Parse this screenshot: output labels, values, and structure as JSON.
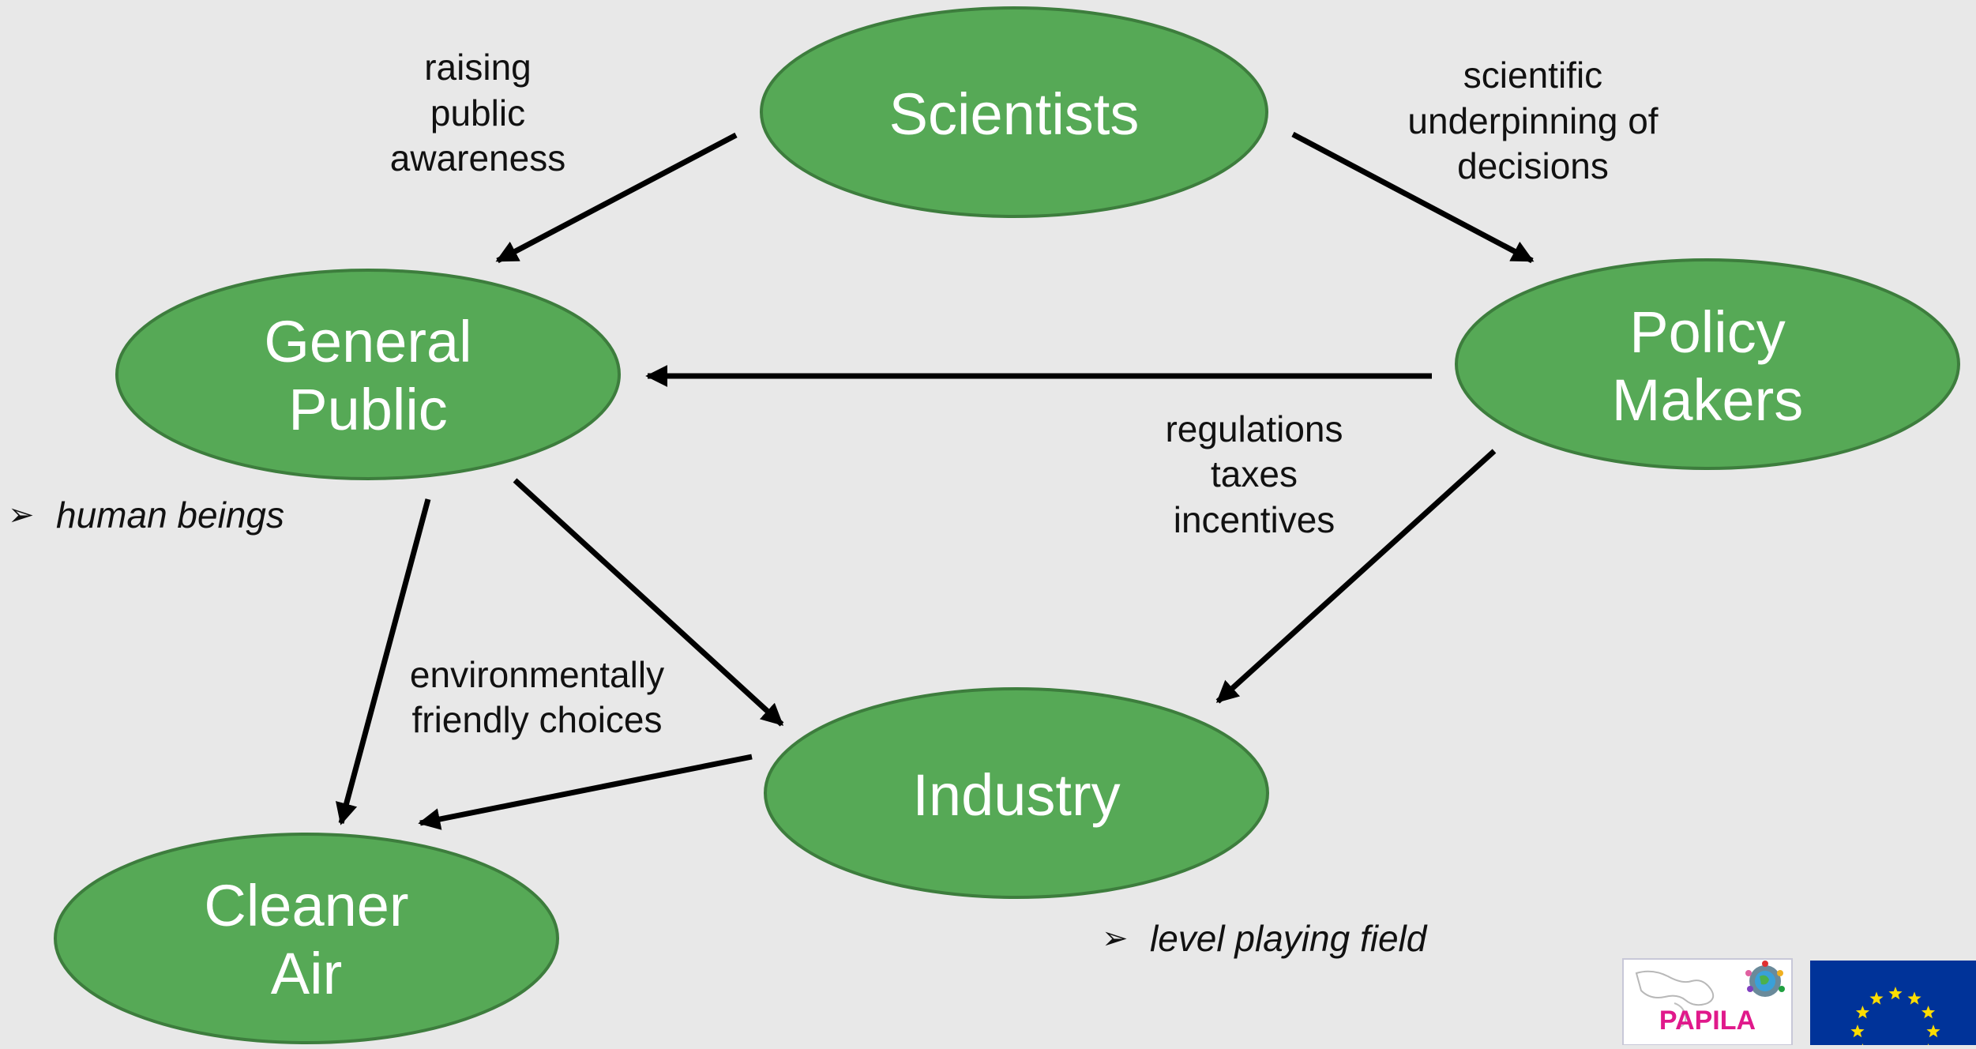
{
  "nodes": {
    "scientists": {
      "label": [
        "Scientists"
      ]
    },
    "general_public": {
      "label": [
        "General",
        "Public"
      ]
    },
    "policy_makers": {
      "label": [
        "Policy",
        "Makers"
      ]
    },
    "industry": {
      "label": [
        "Industry"
      ]
    },
    "cleaner_air": {
      "label": [
        "Cleaner",
        "Air"
      ]
    }
  },
  "edge_labels": {
    "raising_public_awareness": [
      "raising",
      "public",
      "awareness"
    ],
    "scientific_underpinning": [
      "scientific",
      "underpinning of",
      "decisions"
    ],
    "regulations": [
      "regulations",
      "taxes",
      "incentives"
    ],
    "environmentally_friendly": [
      "environmentally",
      "friendly choices"
    ]
  },
  "notes": {
    "human_beings": "human beings",
    "level_playing_field": "level playing field"
  },
  "bullet_glyph": "➢",
  "logos": {
    "papila": "PAPILA",
    "papila_letter_colors": [
      "#1e3fd8",
      "#e0198b",
      "#f29d0f",
      "#18a84a",
      "#ff0000",
      "#8a2be2"
    ],
    "eu_flag_color": "#003399",
    "eu_star_color": "#ffdd00"
  },
  "colors": {
    "background": "#e8e8e8",
    "node_fill": "#56a956",
    "node_stroke": "#3d7d3d",
    "node_text": "#ffffff",
    "arrow": "#000000"
  }
}
